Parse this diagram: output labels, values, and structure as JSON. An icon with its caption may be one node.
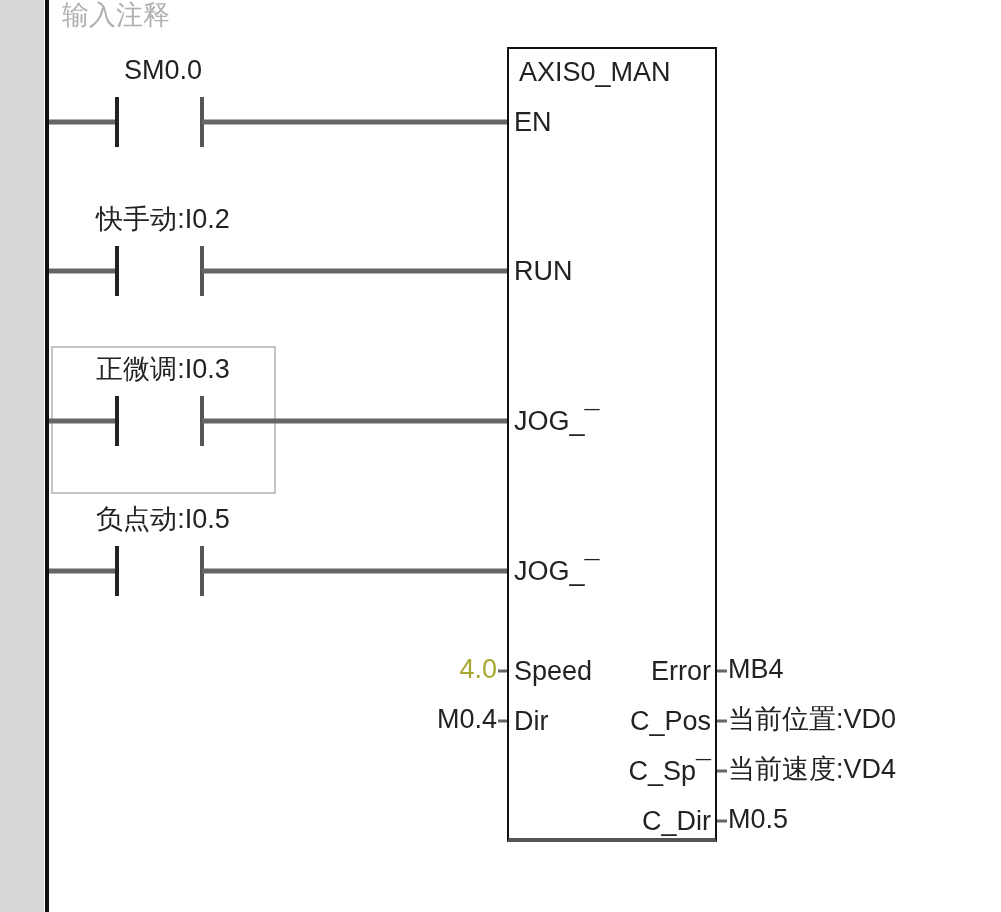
{
  "diagram": {
    "nodes": [
      {
        "text": [],
        "shape": "bar"
      },
      {
        "text": [
          "SM0.0"
        ]
      },
      {
        "text": [
          "快手动:I0.2"
        ]
      },
      {
        "text": [
          "正微调:I0.3"
        ]
      },
      {
        "text": [
          "负点动:I0.5"
        ]
      },
      {
        "text": [
          "AXIS0_MAN",
          "EN",
          "RUN",
          "JOG_¯",
          "JOG_¯",
          "Speed",
          "Dir",
          "Error",
          "C_Pos",
          "C_Sp¯",
          "C_Dir"
        ]
      },
      {
        "text": [
          "4.0"
        ]
      },
      {
        "text": [
          "M0.4"
        ]
      },
      {
        "text": [
          "MB4"
        ]
      },
      {
        "text": [
          "当前位置:VD0"
        ]
      },
      {
        "text": [
          "当前速度:VD4"
        ]
      },
      {
        "text": [
          "M0.5"
        ]
      }
    ],
    "edges": [
      {
        "from": 0,
        "to": 1,
        "arrow": "none"
      },
      {
        "from": 1,
        "to": 5,
        "arrow": "none"
      },
      {
        "from": 0,
        "to": 2,
        "arrow": "none"
      },
      {
        "from": 2,
        "to": 5,
        "arrow": "none"
      },
      {
        "from": 0,
        "to": 3,
        "arrow": "none"
      },
      {
        "from": 3,
        "to": 5,
        "arrow": "none"
      },
      {
        "from": 0,
        "to": 4,
        "arrow": "none"
      },
      {
        "from": 4,
        "to": 5,
        "arrow": "none"
      },
      {
        "from": 6,
        "to": 5,
        "arrow": "none"
      },
      {
        "from": 7,
        "to": 5,
        "arrow": "none"
      },
      {
        "from": 5,
        "to": 8,
        "arrow": "none"
      },
      {
        "from": 5,
        "to": 9,
        "arrow": "none"
      },
      {
        "from": 5,
        "to": 10,
        "arrow": "none"
      },
      {
        "from": 5,
        "to": 11,
        "arrow": "none"
      }
    ],
    "labels": [
      "输入注释"
    ]
  }
}
